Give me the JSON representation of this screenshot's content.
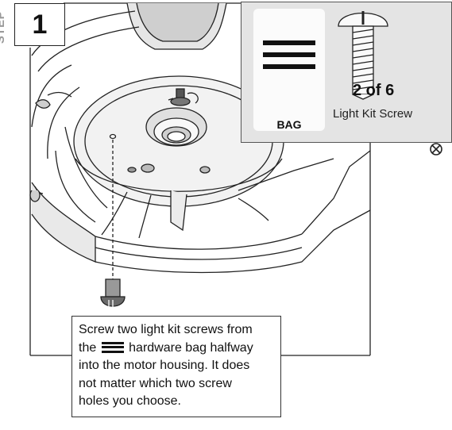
{
  "step": {
    "label": "STEP",
    "number": "1"
  },
  "parts": {
    "bag_label": "BAG",
    "quantity": "2 of 6",
    "part_name": "Light Kit Screw"
  },
  "instruction": {
    "line1": "Screw two light kit screws from",
    "line2_pre": "the",
    "line2_post": "hardware bag halfway",
    "line3": "into the motor housing. It does",
    "line4": "not matter which two screw",
    "line5": "holes you choose."
  },
  "icons": {
    "tool": "phillips-screwdriver-icon",
    "bag_marking": "three-bars-icon"
  }
}
